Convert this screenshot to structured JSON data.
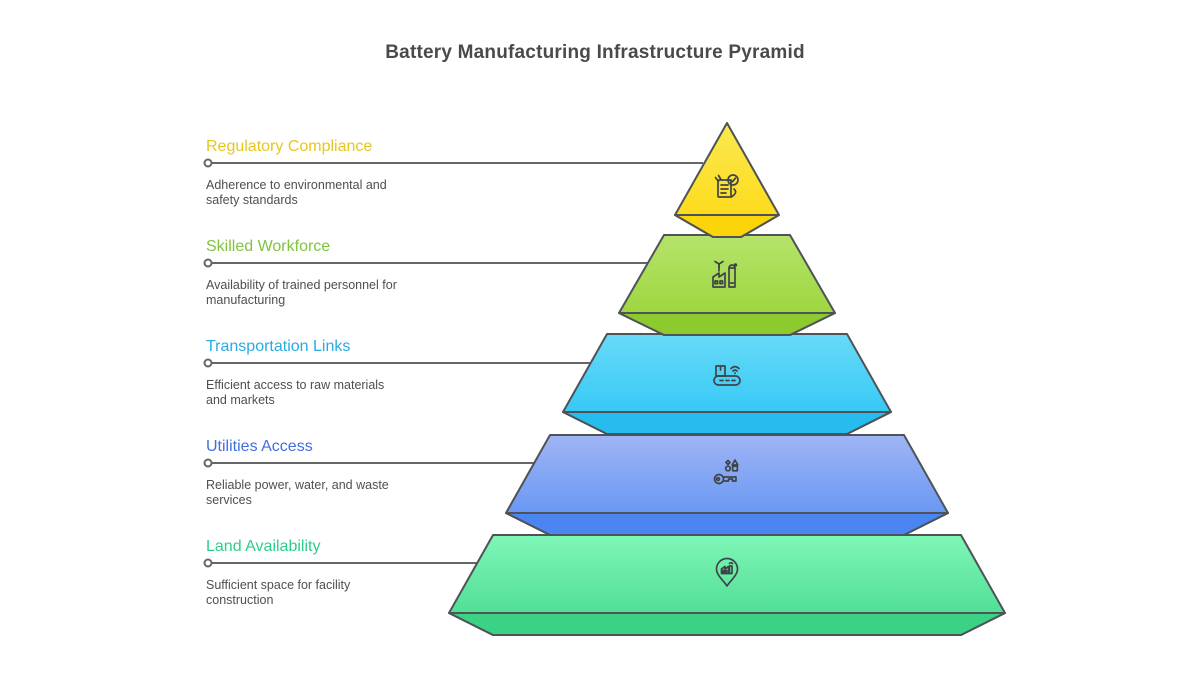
{
  "title": "Battery Manufacturing Infrastructure Pyramid",
  "colors": {
    "background": "#ffffff",
    "title": "#4a4a4a",
    "description": "#4f4f4f",
    "shape_stroke": "#4e5357",
    "connector": "#666666"
  },
  "levels": [
    {
      "label": "Regulatory Compliance",
      "desc_line1": "Adherence to environmental and",
      "desc_line2": "safety standards",
      "label_color": "#e6c623",
      "grad_top": "#f9e950",
      "grad_bottom": "#ffd810",
      "flap_color": "#fcd40a",
      "icon": "certificate-check-icon"
    },
    {
      "label": "Skilled Workforce",
      "desc_line1": "Availability of trained personnel for",
      "desc_line2": "manufacturing",
      "label_color": "#82c341",
      "grad_top": "#b6e36b",
      "grad_bottom": "#97d334",
      "flap_color": "#8dca2e",
      "icon": "factory-turbine-icon"
    },
    {
      "label": "Transportation Links",
      "desc_line1": "Efficient access to raw materials",
      "desc_line2": "and markets",
      "label_color": "#29abe2",
      "grad_top": "#68daf8",
      "grad_bottom": "#2ac4f4",
      "flap_color": "#26bcee",
      "icon": "conveyor-box-wifi-icon"
    },
    {
      "label": "Utilities Access",
      "desc_line1": "Reliable power, water, and waste",
      "desc_line2": "services",
      "label_color": "#416ee1",
      "grad_top": "#9fb5f4",
      "grad_bottom": "#5c90f4",
      "flap_color": "#4a85f2",
      "icon": "key-shapes-icon"
    },
    {
      "label": "Land Availability",
      "desc_line1": "Sufficient space for facility",
      "desc_line2": "construction",
      "label_color": "#30cc8a",
      "grad_top": "#7ff6b7",
      "grad_bottom": "#44d98c",
      "flap_color": "#3bd283",
      "icon": "map-pin-factory-icon"
    }
  ]
}
